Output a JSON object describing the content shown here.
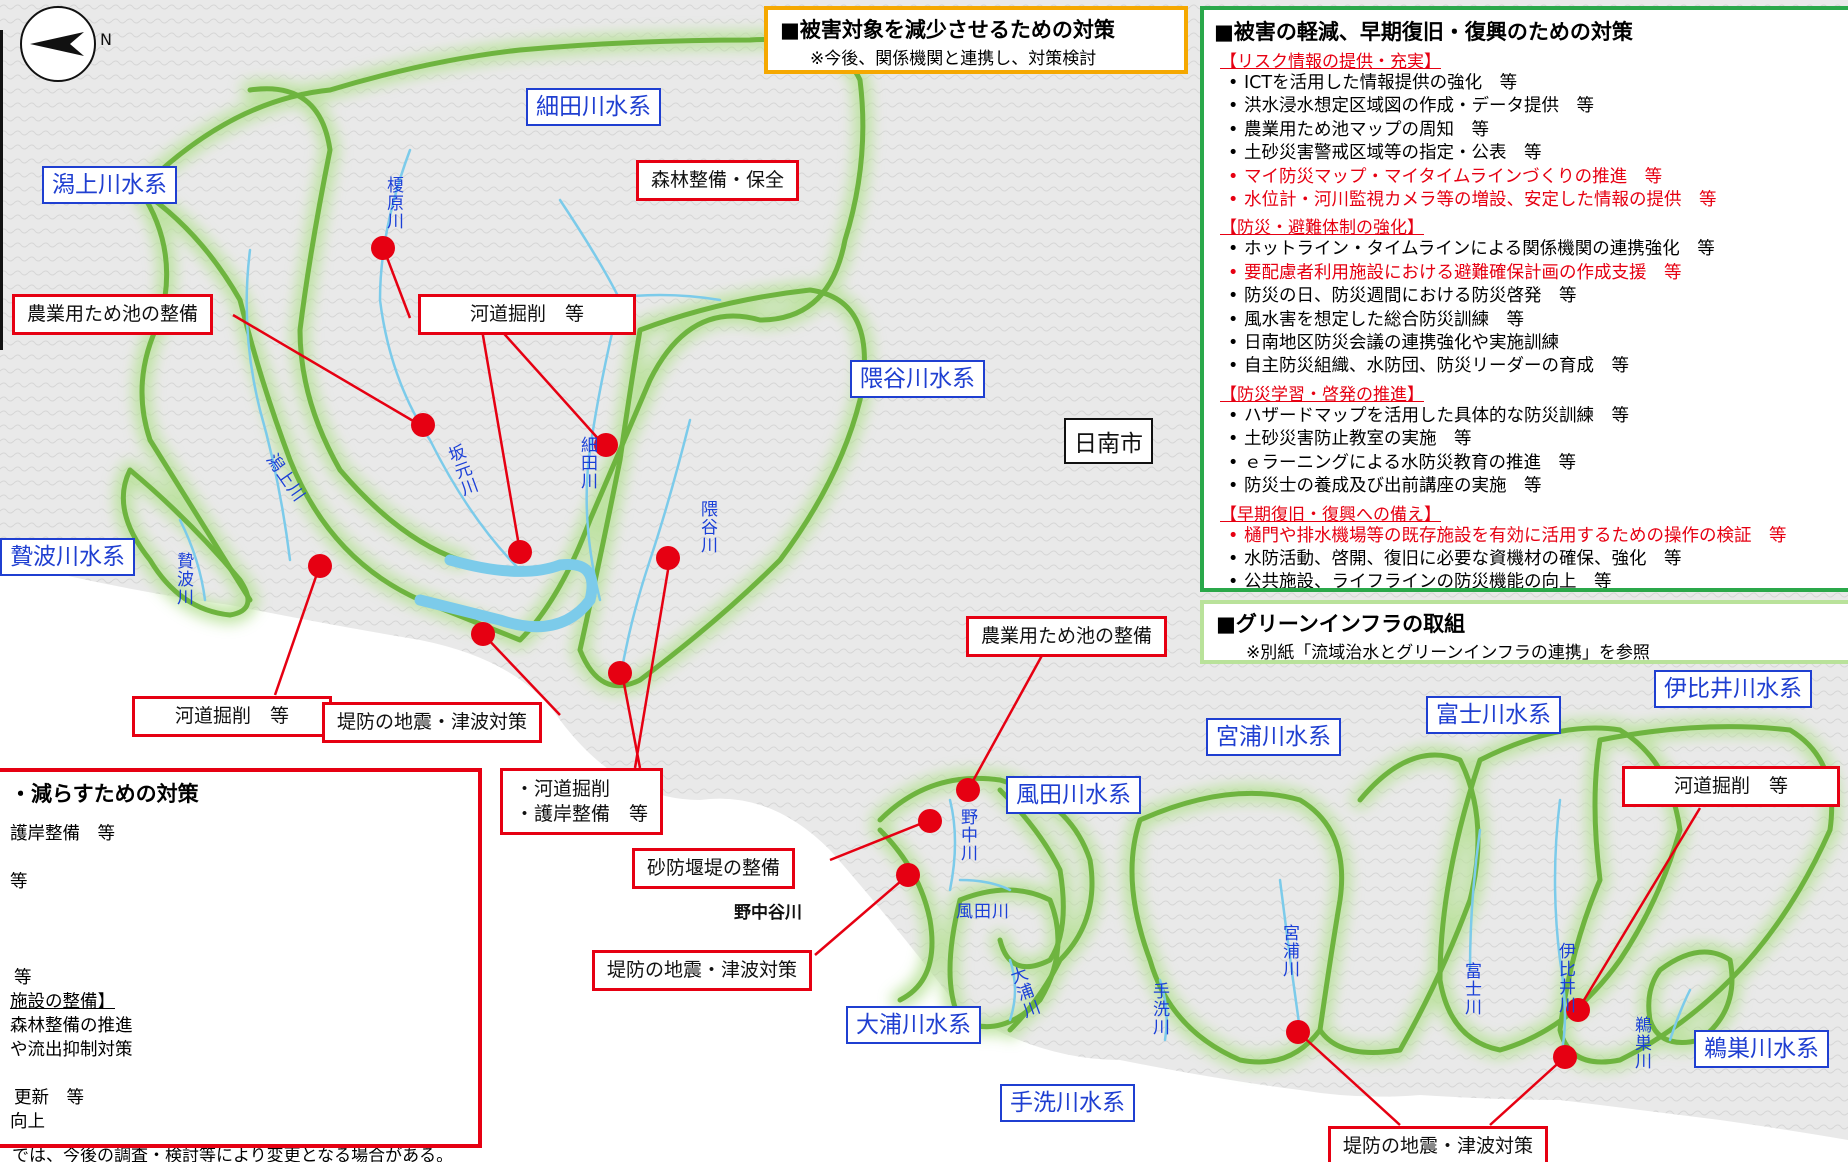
{
  "title_box": {
    "title": "■被害対象を減少させるための対策",
    "note": "※今後、関係機関と連携し、対策検討"
  },
  "mitigation_panel": {
    "title": "■被害の軽減、早期復旧・復興のための対策",
    "sections": [
      {
        "heading": "【リスク情報の提供・充実】",
        "items": [
          {
            "text": "ICTを活用した情報提供の強化　等",
            "red": false
          },
          {
            "text": "洪水浸水想定区域図の作成・データ提供　等",
            "red": false
          },
          {
            "text": "農業用ため池マップの周知　等",
            "red": false
          },
          {
            "text": "土砂災害警戒区域等の指定・公表　等",
            "red": false
          },
          {
            "text": "マイ防災マップ・マイタイムラインづくりの推進　等",
            "red": true
          },
          {
            "text": "水位計・河川監視カメラ等の増設、安定した情報の提供　等",
            "red": true
          }
        ]
      },
      {
        "heading": "【防災・避難体制の強化】",
        "items": [
          {
            "text": "ホットライン・タイムラインによる関係機関の連携強化　等",
            "red": false
          },
          {
            "text": "要配慮者利用施設における避難確保計画の作成支援　等",
            "red": true
          },
          {
            "text": "防災の日、防災週間における防災啓発　等",
            "red": false
          },
          {
            "text": "風水害を想定した総合防災訓練　等",
            "red": false
          },
          {
            "text": "日南地区防災会議の連携強化や実施訓練",
            "red": false
          },
          {
            "text": "自主防災組織、水防団、防災リーダーの育成　等",
            "red": false
          }
        ]
      },
      {
        "heading": "【防災学習・啓発の推進】",
        "items": [
          {
            "text": "ハザードマップを活用した具体的な防災訓練　等",
            "red": false
          },
          {
            "text": "土砂災害防止教室の実施　等",
            "red": false
          },
          {
            "text": "ｅラーニングによる水防災教育の推進　等",
            "red": false
          },
          {
            "text": "防災士の養成及び出前講座の実施　等",
            "red": false
          }
        ]
      },
      {
        "heading": "【早期復旧・復興への備え】",
        "items": [
          {
            "text": "樋門や排水機場等の既存施設を有効に活用するための操作の検証　等",
            "red": true
          },
          {
            "text": "水防活動、啓開、復旧に必要な資機材の確保、強化　等",
            "red": false
          },
          {
            "text": "公共施設、ライフラインの防災機能の向上　等",
            "red": false
          }
        ]
      }
    ]
  },
  "green_infra": {
    "title": "■グリーンインフラの取組",
    "note": "※別紙「流域治水とグリーンインフラの連携」を参照"
  },
  "left_panel": {
    "title": "・減らすための対策",
    "lines": [
      "護岸整備　等",
      "等",
      "等",
      "施設の整備】",
      "森林整備の推進",
      "や流出抑制対策",
      "更新　等",
      "向上"
    ]
  },
  "footer_note": "では、今後の調査・検討等により変更となる場合がある。",
  "compass_label": "N",
  "city": "日南市",
  "place_label": "野中谷川",
  "systems": [
    {
      "id": "katagami",
      "label": "潟上川水系"
    },
    {
      "id": "hosoda",
      "label": "細田川水系"
    },
    {
      "id": "sanba",
      "label": "贄波川水系"
    },
    {
      "id": "kumaya",
      "label": "隈谷川水系"
    },
    {
      "id": "kazeta",
      "label": "風田川水系"
    },
    {
      "id": "miyaura",
      "label": "宮浦川水系"
    },
    {
      "id": "fujikawa",
      "label": "富士川水系"
    },
    {
      "id": "ibii",
      "label": "伊比井川水系"
    },
    {
      "id": "oura",
      "label": "大浦川水系"
    },
    {
      "id": "tearai",
      "label": "手洗川水系"
    },
    {
      "id": "unosu",
      "label": "鵜巣川水系"
    }
  ],
  "measures": [
    {
      "id": "forest",
      "label": "森林整備・保全"
    },
    {
      "id": "farmpond1",
      "label": "農業用ため池の整備"
    },
    {
      "id": "dredge1",
      "label": "河道掘削　等"
    },
    {
      "id": "dredge2",
      "label": "河道掘削　等"
    },
    {
      "id": "levee1",
      "label": "堤防の地震・津波対策"
    },
    {
      "id": "dredge_revet",
      "label": "・河道掘削\n・護岸整備　等"
    },
    {
      "id": "farmpond2",
      "label": "農業用ため池の整備"
    },
    {
      "id": "sabo",
      "label": "砂防堰堤の整備"
    },
    {
      "id": "levee2",
      "label": "堤防の地震・津波対策"
    },
    {
      "id": "dredge3",
      "label": "河道掘削　等"
    },
    {
      "id": "levee3",
      "label": "堤防の地震・津波対策"
    }
  ],
  "rivers": [
    {
      "id": "enohara",
      "label": "榎原川"
    },
    {
      "id": "katagami_r",
      "label": "潟上川"
    },
    {
      "id": "sanba_r",
      "label": "贄波川"
    },
    {
      "id": "sakaki",
      "label": "坂元川"
    },
    {
      "id": "hosoda_r",
      "label": "細田川"
    },
    {
      "id": "kumaya_r",
      "label": "隈谷川"
    },
    {
      "id": "nonaka",
      "label": "野中川"
    },
    {
      "id": "kazeta_r",
      "label": "風田川"
    },
    {
      "id": "oura_r",
      "label": "大浦川"
    },
    {
      "id": "tearai_r",
      "label": "手洗川"
    },
    {
      "id": "miyaura_r",
      "label": "宮浦川"
    },
    {
      "id": "fuji_r",
      "label": "富士川"
    },
    {
      "id": "ibii_r",
      "label": "伊比井川"
    },
    {
      "id": "unosu_r",
      "label": "鵜巣川"
    }
  ],
  "colors": {
    "system_blue": "#1f3fd1",
    "measure_red": "#e60012",
    "basin_green": "#6eb43f",
    "panel_green": "#2aa84a",
    "title_orange": "#f5a800",
    "river_blue": "#7ccbea",
    "sea": "#ffffff",
    "land": "#e9e9e9"
  }
}
